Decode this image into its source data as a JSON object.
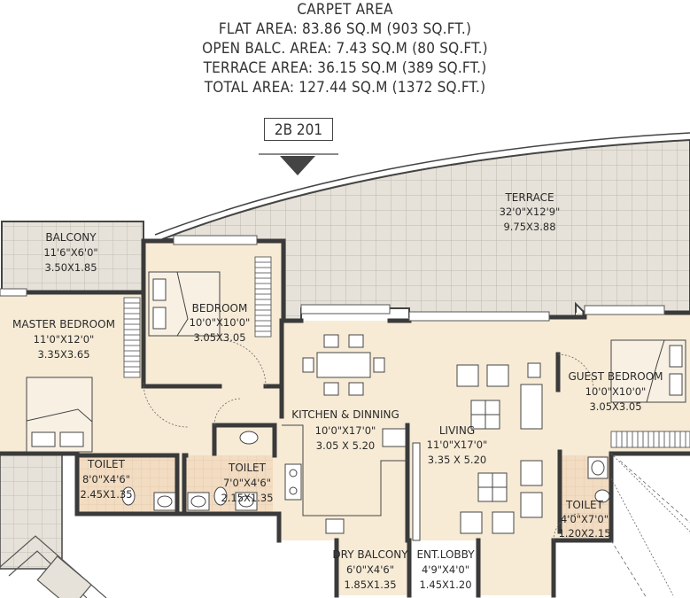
{
  "header": {
    "title": "CARPET AREA",
    "flat_area": "FLAT AREA: 83.86 SQ.M (903 SQ.FT.)",
    "open_balcony": "OPEN BALC. AREA: 7.43 SQ.M (80 SQ.FT.)",
    "terrace_area": "TERRACE AREA: 36.15 SQ.M (389 SQ.FT.)",
    "total_area": "TOTAL AREA: 127.44 SQ.M (1372 SQ.FT.)"
  },
  "unit": {
    "label": "2B 201"
  },
  "rooms": {
    "terrace": {
      "name": "TERRACE",
      "feet": "32'0\"X12'9\"",
      "metres": "9.75X3.88"
    },
    "balcony": {
      "name": "BALCONY",
      "feet": "11'6\"X6'0\"",
      "metres": "3.50X1.85"
    },
    "master_bedroom": {
      "name": "MASTER BEDROOM",
      "feet": "11'0\"X12'0\"",
      "metres": "3.35X3.65"
    },
    "bedroom": {
      "name": "BEDROOM",
      "feet": "10'0\"X10'0\"",
      "metres": "3.05X3.05"
    },
    "guest_bedroom": {
      "name": "GUEST BEDROOM",
      "feet": "10'0\"X10'0\"",
      "metres": "3.05X3.05"
    },
    "kitchen": {
      "name": "KITCHEN & DINNING",
      "feet": "10'0\"X17'0\"",
      "metres": "3.05 X 5.20"
    },
    "living": {
      "name": "LIVING",
      "feet": "11'0\"X17'0\"",
      "metres": "3.35 X 5.20"
    },
    "toilet1": {
      "name": "TOILET",
      "feet": "8'0\"X4'6\"",
      "metres": "2.45X1.35"
    },
    "toilet2": {
      "name": "TOILET",
      "feet": "7'0\"X4'6\"",
      "metres": "2.15X1.35"
    },
    "toilet3": {
      "name": "TOILET",
      "feet": "4'0\"X7'0\"",
      "metres": "1.20X2.15"
    },
    "dry_balcony": {
      "name": "DRY BALCONY",
      "feet": "6'0\"X4'6\"",
      "metres": "1.85X1.35"
    },
    "ent_lobby": {
      "name": "ENT.LOBBY",
      "feet": "4'9\"X4'0\"",
      "metres": "1.45X1.20"
    }
  },
  "colors": {
    "floor": "#f7ebd6",
    "terrace_tile": "#e4e1d8",
    "toilet_floor": "#f2dcc2",
    "wall": "#3a3a3a"
  }
}
